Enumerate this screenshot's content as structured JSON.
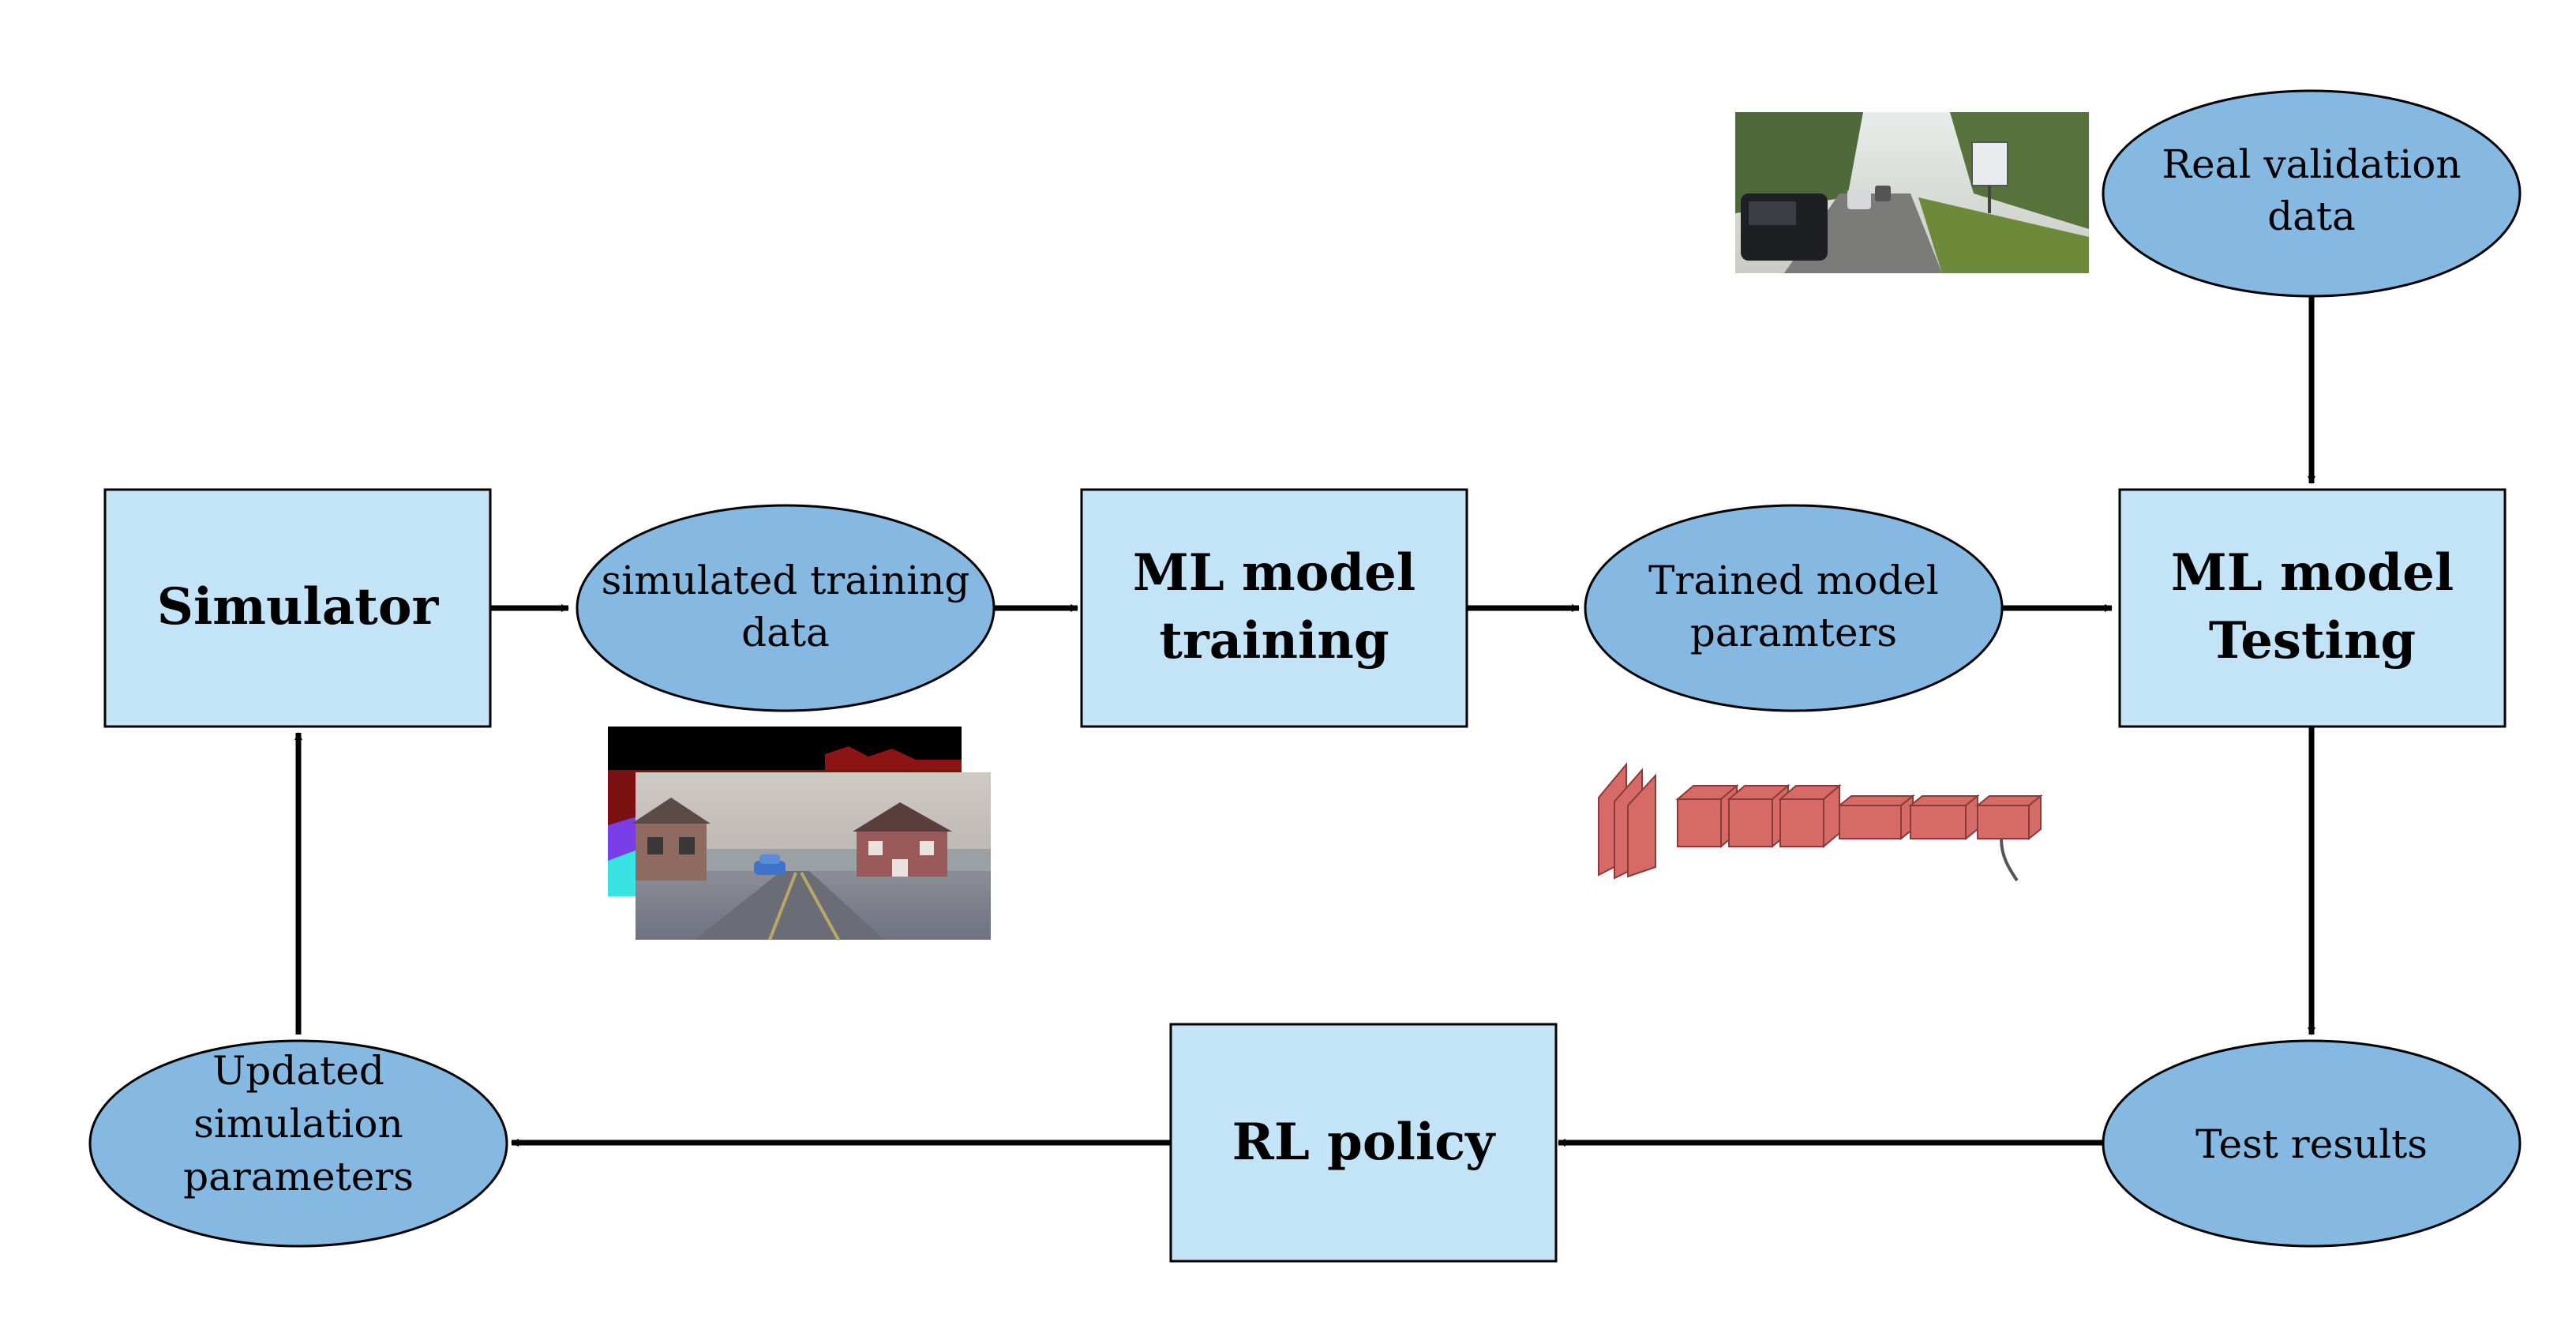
{
  "nodes": {
    "simulator": {
      "line1": "Simulator"
    },
    "sim_training_data": {
      "line1": "simulated training",
      "line2": "data"
    },
    "ml_training": {
      "line1": "ML model",
      "line2": "training"
    },
    "trained_params": {
      "line1": "Trained model",
      "line2": "paramters"
    },
    "ml_testing": {
      "line1": "ML model",
      "line2": "Testing"
    },
    "real_validation": {
      "line1": "Real validation",
      "line2": "data"
    },
    "test_results": {
      "line1": "Test results"
    },
    "rl_policy": {
      "line1": "RL policy"
    },
    "updated_params": {
      "line1": "Updated",
      "line2": "simulation",
      "line3": "parameters"
    }
  },
  "colors": {
    "box_fill": "#c3e3f7",
    "ellipse_fill": "#85b9e1",
    "stroke": "#000000",
    "cnn_fill": "#d56a66"
  },
  "images": {
    "sim_front": "rendered-street-scene",
    "sim_back": "segmentation-map",
    "real_photo": "road-photo",
    "network": "cnn-architecture-illustration"
  }
}
